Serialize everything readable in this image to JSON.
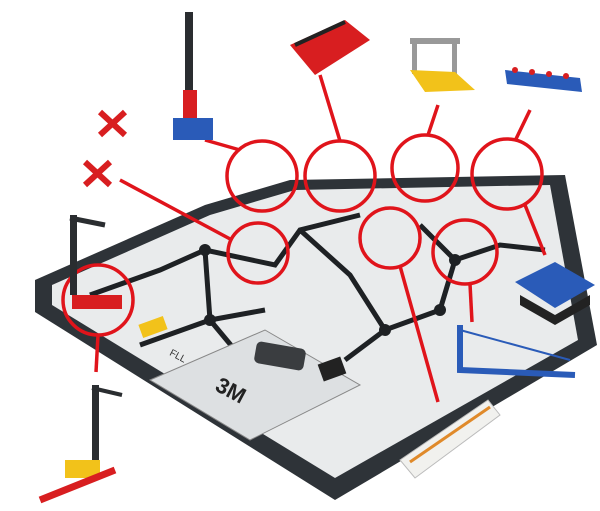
{
  "board": {
    "logos": [
      "3M",
      "FLL"
    ],
    "colors": {
      "frame": "#2e3338",
      "mat": "#e9ebec",
      "callout": "#e0141b",
      "model_red": "#d81e20",
      "model_blue": "#2a5bb8",
      "model_yellow": "#f2c21a"
    }
  },
  "callouts": [
    {
      "id": "tower-left"
    },
    {
      "id": "ramp-model"
    },
    {
      "id": "yellow-gate"
    },
    {
      "id": "blue-rail"
    },
    {
      "id": "cross-pieces"
    },
    {
      "id": "white-beam"
    },
    {
      "id": "blue-arm"
    },
    {
      "id": "crane-left"
    },
    {
      "id": "blue-platform"
    }
  ]
}
